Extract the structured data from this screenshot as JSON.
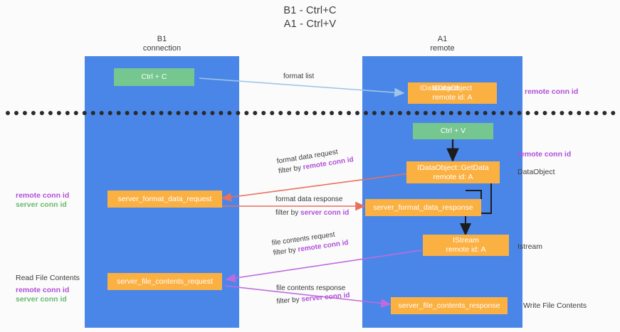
{
  "title": {
    "line1": "B1 - Ctrl+C",
    "line2": "A1 - Ctrl+V"
  },
  "columns": [
    {
      "name": "B1",
      "role": "connection"
    },
    {
      "name": "A1",
      "role": "remote"
    }
  ],
  "colors": {
    "lane": "#4a86e8",
    "green_box": "#76c68f",
    "orange_box": "#fbb042",
    "remote_conn_id": "#b14fd8",
    "server_conn_id": "#68bb6c",
    "arrow_format_list": "#9fc5e8",
    "arrow_format_data": "#e8705f",
    "arrow_file_contents": "#c06ae0",
    "arrow_local": "#1c1c1c",
    "separator": "#2b2b2b"
  },
  "boxes": {
    "ctrl_c": {
      "label": "Ctrl + C"
    },
    "ctrl_v": {
      "label": "Ctrl + V"
    },
    "idataobject": {
      "label": "IDataObject",
      "sub": "remote id: A"
    },
    "idataobject_getdata": {
      "label": "IDataObject::GetData",
      "sub": "remote id: A"
    },
    "istream": {
      "label": "IStream",
      "sub": "remote id: A"
    },
    "server_format_data_request": {
      "label": "server_format_data_request"
    },
    "server_format_data_response": {
      "label": "server_format_data_response"
    },
    "server_file_contents_request": {
      "label": "server_file_contents_request"
    },
    "server_file_contents_response": {
      "label": "server_file_contents_response"
    }
  },
  "right_labels": [
    {
      "text": "remote conn id",
      "style": "remote"
    },
    {
      "text": "remote conn id",
      "style": "remote"
    },
    {
      "text": "DataObject",
      "style": "plain"
    },
    {
      "text": "Istream",
      "style": "plain"
    },
    {
      "text": "Write File Contents",
      "style": "plain"
    }
  ],
  "left_labels": {
    "group1": [
      {
        "text": "remote conn id",
        "style": "remote"
      },
      {
        "text": "server conn id",
        "style": "server"
      }
    ],
    "read_file_contents": "Read File Contents",
    "group2": [
      {
        "text": "remote conn id",
        "style": "remote"
      },
      {
        "text": "server conn id",
        "style": "server"
      }
    ]
  },
  "flows": {
    "format_list": {
      "line1": "format list"
    },
    "format_data_request": {
      "line1": "format data request",
      "prefix": "filter by ",
      "highlight": "remote conn id"
    },
    "format_data_response": {
      "line1": "format data response",
      "prefix": "filter by ",
      "highlight": "server conn id"
    },
    "file_contents_request": {
      "line1": "file contents request",
      "prefix": "filter by ",
      "highlight": "remote conn id"
    },
    "file_contents_response": {
      "line1": "file contents response",
      "prefix": "filter by ",
      "highlight": "server conn id"
    }
  }
}
